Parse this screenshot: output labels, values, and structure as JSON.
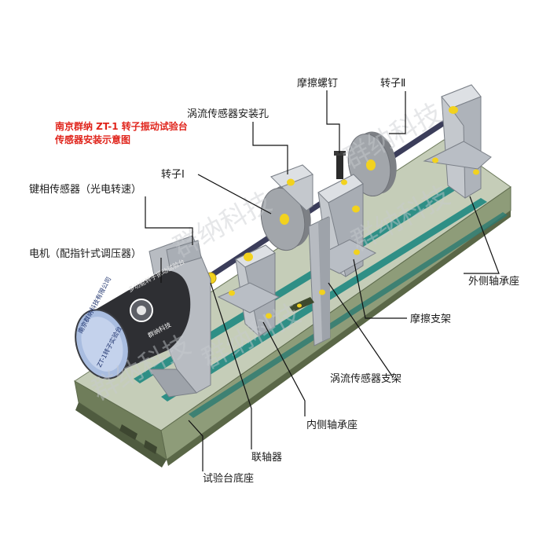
{
  "title": {
    "line1": "南京群纳 ZT-1 转子振动试验台",
    "line2": "传感器安装示意图"
  },
  "labels": {
    "friction_screw": "摩擦螺钉",
    "rotor2": "转子Ⅱ",
    "eddy_hole": "涡流传感器安装孔",
    "rotor1": "转子Ⅰ",
    "keyphase": "键相传感器（光电转速）",
    "motor": "电机（配指针式调压器）",
    "outer_bearing": "外侧轴承座",
    "friction_bracket": "摩擦支架",
    "eddy_bracket": "涡流传感器支架",
    "inner_bearing": "内侧轴承座",
    "coupling": "联轴器",
    "base": "试验台底座"
  },
  "motor_text": {
    "company": "南京群纳科技有限公司",
    "model": "ZT-1转子实验台",
    "brand": "群纳科技",
    "product": "多功能转子振动试验台"
  },
  "watermark": {
    "text": "群纳科技"
  },
  "colors": {
    "title_red": "#e0241b",
    "base_green": "#7f8f6a",
    "base_top": "#c5cdb8",
    "rail_teal": "#2f8f86",
    "bracket_grey": "#b8bcc2",
    "motor_body": "#2e2f33",
    "motor_face": "#9fb3d9",
    "bolt_yellow": "#f2d21e",
    "shaft": "#3b3d5a"
  }
}
